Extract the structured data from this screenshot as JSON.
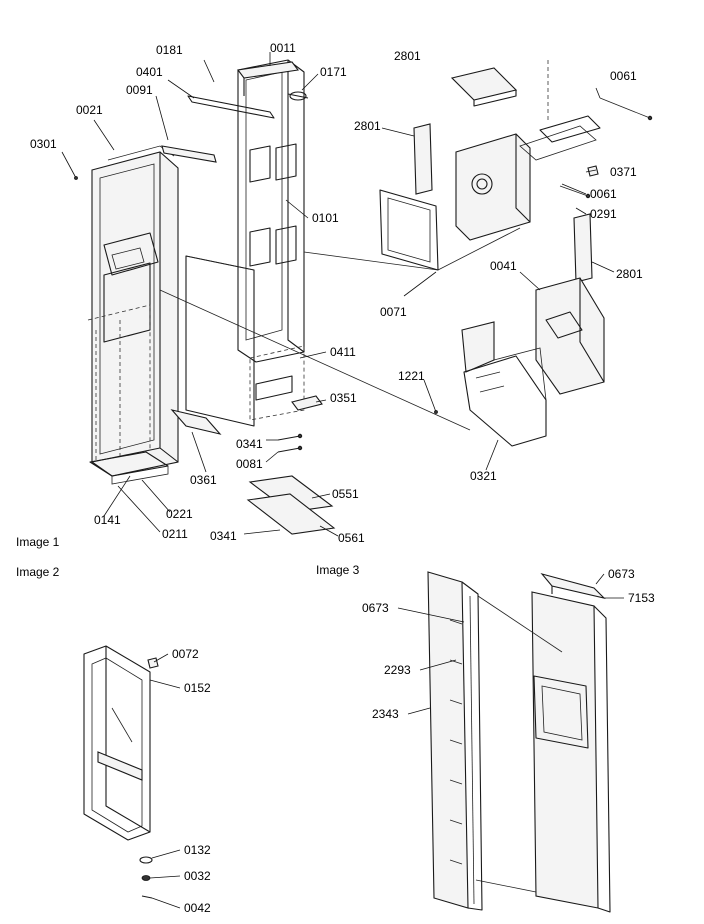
{
  "captions": {
    "image1": "Image 1",
    "image2": "Image 2",
    "image3": "Image 3"
  },
  "callouts": {
    "c0011": "0011",
    "c0181": "0181",
    "c0171": "0171",
    "c0401": "0401",
    "c0091": "0091",
    "c0021": "0021",
    "c0301": "0301",
    "c0101": "0101",
    "c2801a": "2801",
    "c0061a": "0061",
    "c2801b": "2801",
    "c0371": "0371",
    "c0061b": "0061",
    "c0291": "0291",
    "c2801c": "2801",
    "c0071": "0071",
    "c0041": "0041",
    "c0411": "0411",
    "c1221": "1221",
    "c0351": "0351",
    "c0341a": "0341",
    "c0081": "0081",
    "c0361": "0361",
    "c0321": "0321",
    "c0551": "0551",
    "c0141": "0141",
    "c0221": "0221",
    "c0211": "0211",
    "c0341b": "0341",
    "c0561": "0561",
    "c0072": "0072",
    "c0152": "0152",
    "c0132": "0132",
    "c0032": "0032",
    "c0042": "0042",
    "c0673a": "0673",
    "c7153": "7153",
    "c0673b": "0673",
    "c2293": "2293",
    "c2343": "2343"
  }
}
